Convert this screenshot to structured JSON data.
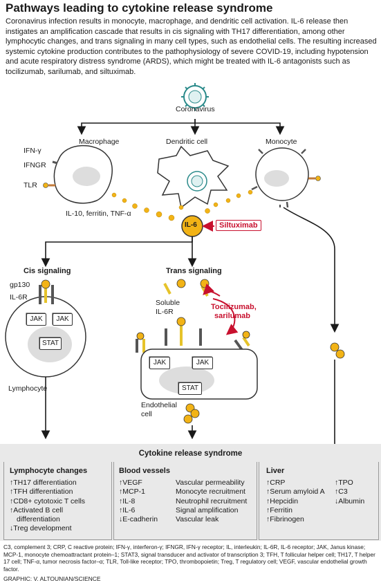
{
  "title": "Pathways leading to cytokine release syndrome",
  "intro": "Coronavirus infection results in monocyte, macrophage, and dendritic cell activation. IL-6 release then instigates an amplification cascade that results in cis signaling with TH17 differentiation, among other lymphocytic changes, and trans signaling in many cell types, such as endothelial cells. The resulting increased systemic cytokine production contributes to the pathophysiology of severe COVID-19, including hypotension and acute respiratory distress syndrome (ARDS), which might be treated with IL-6 antagonists such as tocilizumab, sarilumab, and siltuximab.",
  "labels": {
    "coronavirus": "Coronavirus",
    "macrophage": "Macrophage",
    "dendritic": "Dendritic cell",
    "monocyte": "Monocyte",
    "ifng": "IFN-γ",
    "ifngr": "IFNGR",
    "tlr": "TLR",
    "il10": "IL-10, ferritin, TNF-α",
    "il6": "IL-6",
    "siltuximab": "Siltuximab",
    "cis": "Cis signaling",
    "trans": "Trans signaling",
    "gp130": "gp130",
    "il6r": "IL-6R",
    "soluble": "Soluble",
    "soluble2": "IL-6R",
    "tocilizumab": "Tocilizumab,",
    "sarilumab": "sarilumab",
    "jak": "JAK",
    "stat": "STAT",
    "lymphocyte": "Lymphocyte",
    "endothelial": "Endothelial",
    "endothelial2": "cell"
  },
  "crs": {
    "title": "Cytokine release syndrome",
    "lymph_title": "Lymphocyte changes",
    "lymph_items": [
      "↑TH17 differentiation",
      "↑TFH differentiation",
      "↑CD8+ cytotoxic T cells",
      "↑Activated B cell",
      "  differentiation",
      "↓Treg development"
    ],
    "vessel_title": "Blood vessels",
    "vessel_left": [
      "↑VEGF",
      "↑MCP-1",
      "↑IL-8",
      "↑IL-6",
      "↓E-cadherin"
    ],
    "vessel_right": [
      "Vascular permeability",
      "Monocyte recruitment",
      "Neutrophil recruitment",
      "Signal amplification",
      "Vascular leak"
    ],
    "liver_title": "Liver",
    "liver_left": [
      "↑CRP",
      "↑Serum amyloid A",
      "↑Hepcidin",
      "↑Ferritin",
      "↑Fibrinogen"
    ],
    "liver_right": [
      "↑TPO",
      "↑C3",
      "↓Albumin"
    ]
  },
  "footnote": "C3, complement 3; CRP, C reactive protein; IFN-γ, interferon-γ; IFNGR, IFN-γ receptor; IL, interleukin; IL-6R, IL-6 receptor; JAK, Janus kinase; MCP-1, monocyte chemoattractant protein–1; STAT3, signal transducer and activator of transcription 3; TFH, T follicular helper cell; TH17, T helper 17 cell; TNF-α, tumor necrosis factor–α; TLR, Toll-like receptor; TPO, thrombopoietin; Treg, T regulatory cell; VEGF, vascular endothelial growth factor.",
  "credit": "GRAPHIC: V. ALTOUNIAN/SCIENCE",
  "colors": {
    "accent": "#c8102e",
    "ligand": "#f2b316",
    "receptor": "#555555",
    "panel": "#e9e9e9"
  }
}
